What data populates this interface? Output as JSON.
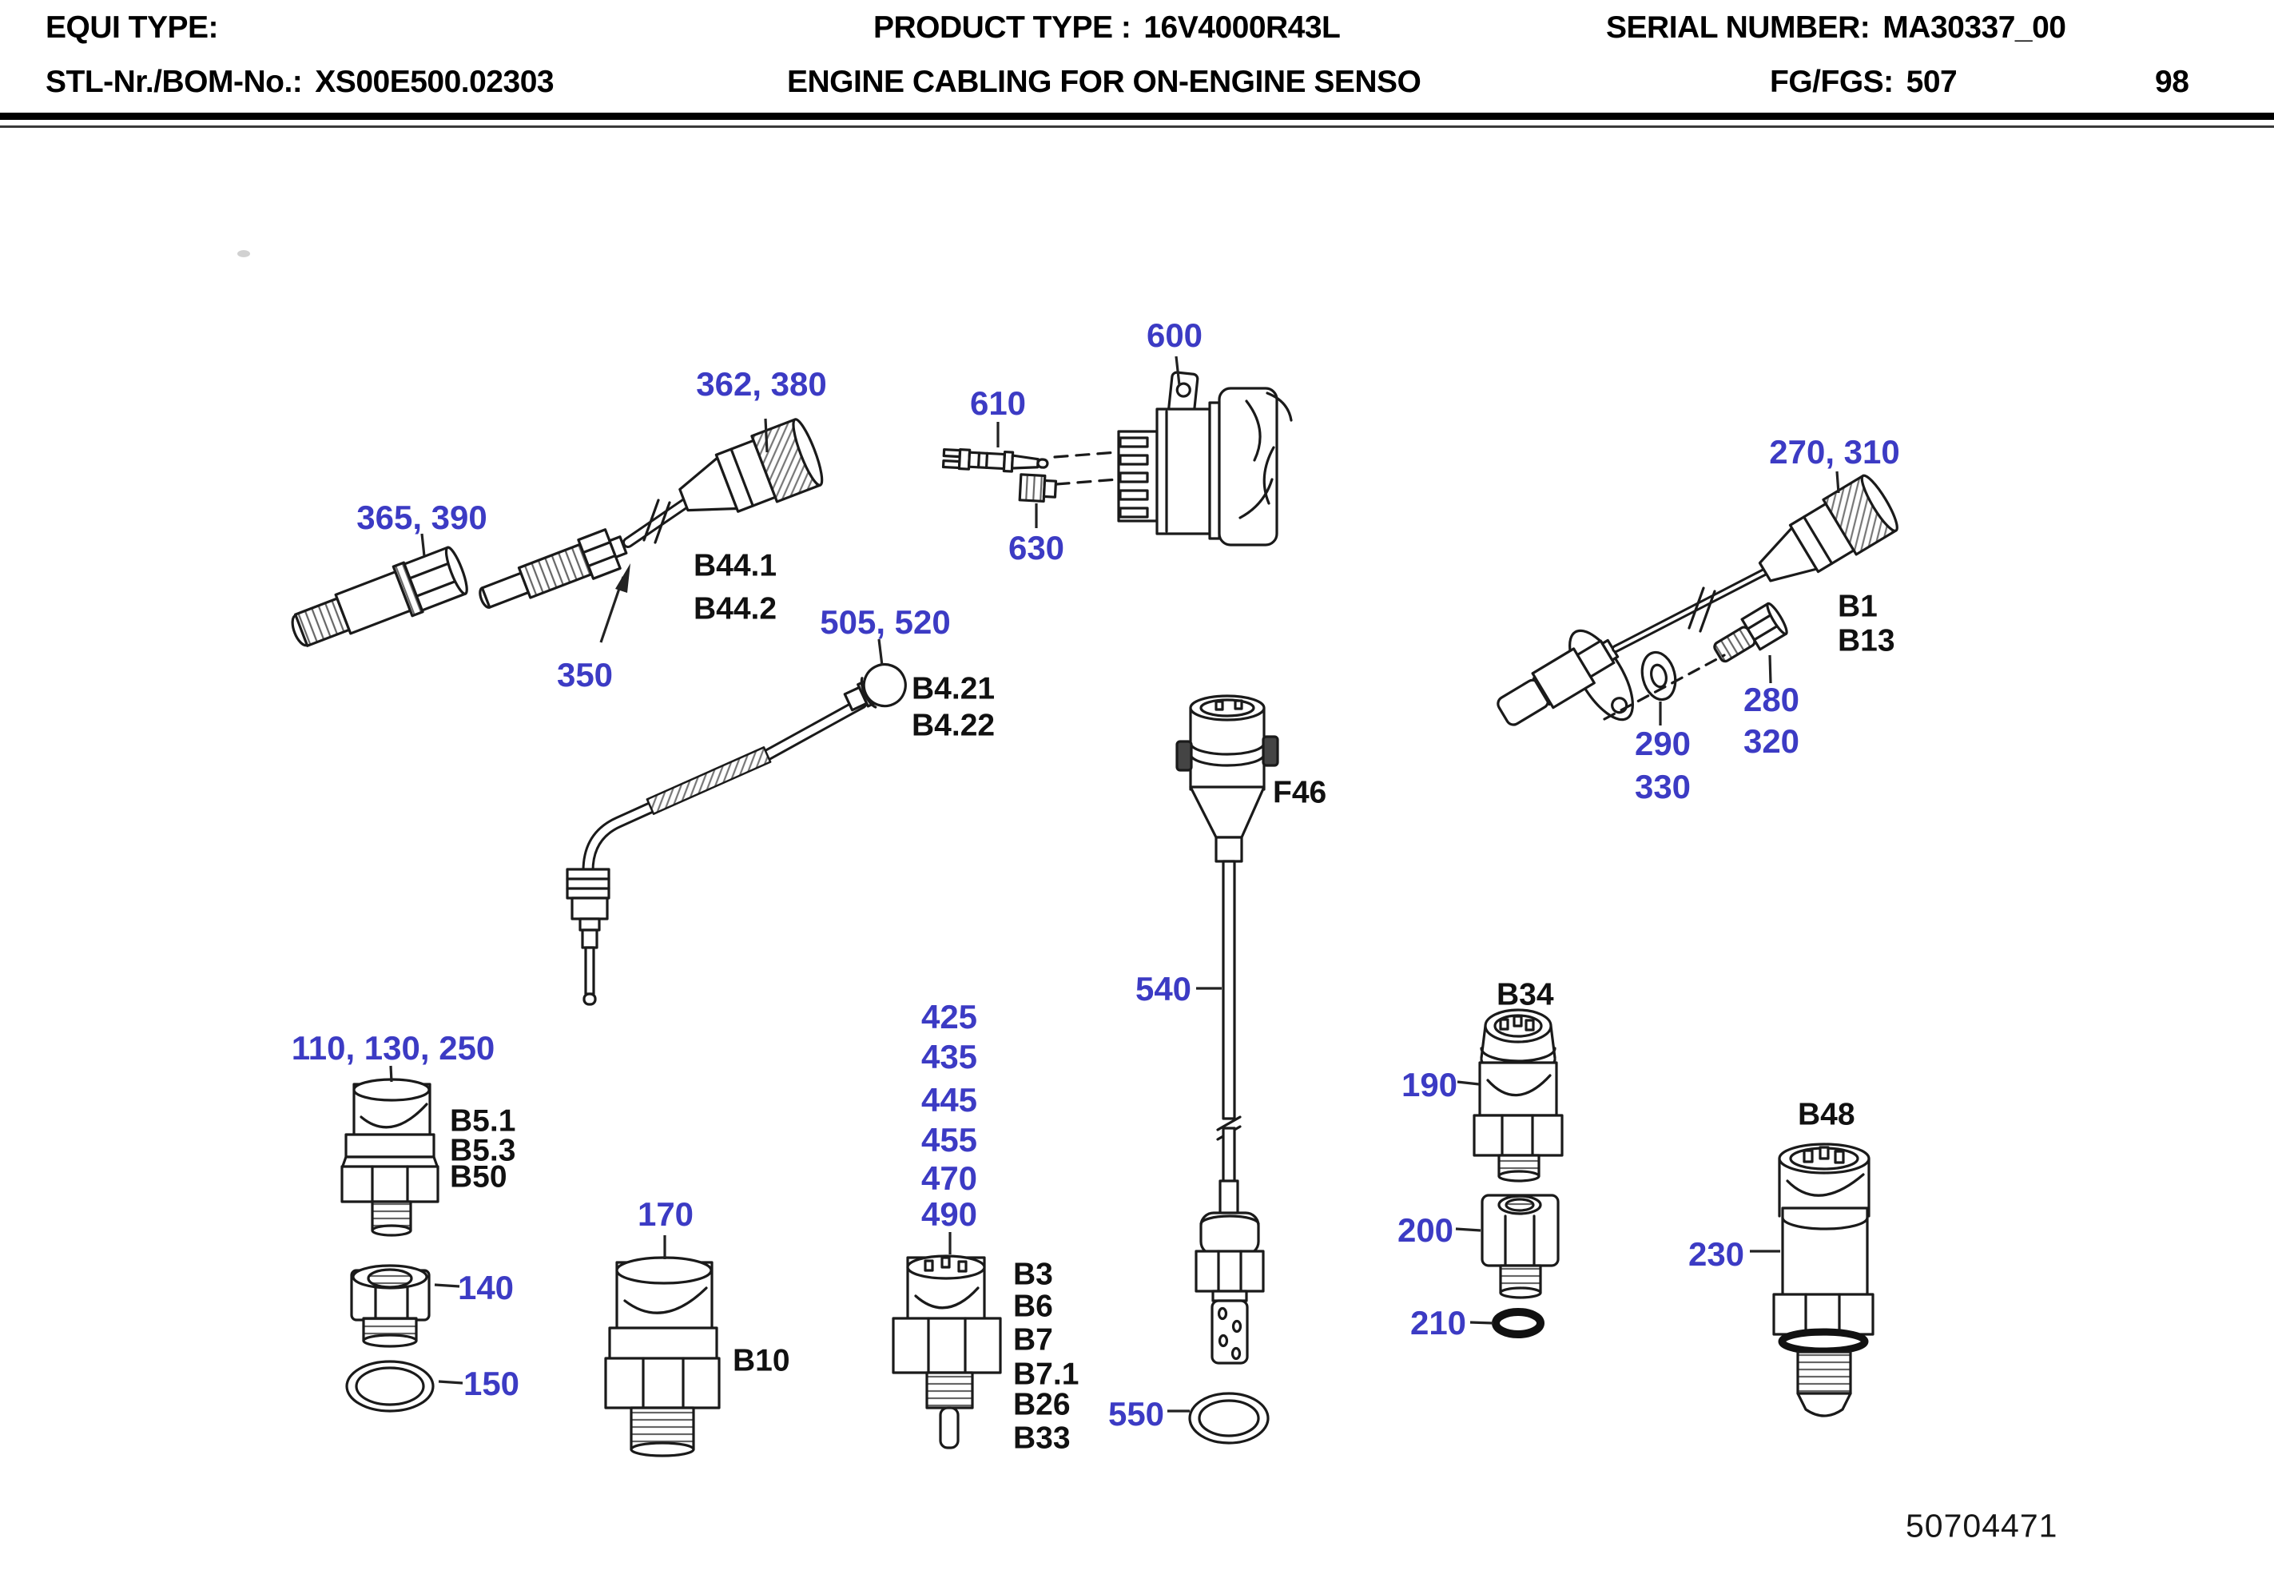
{
  "header": {
    "equi_type_label": "EQUI TYPE:",
    "product_type_label": "PRODUCT TYPE :",
    "product_type_value": "16V4000R43L",
    "serial_number_label": "SERIAL NUMBER:",
    "serial_number_value": "MA30337_00",
    "stl_bom_label": "STL-Nr./BOM-No.:",
    "stl_bom_value": "XS00E500.02303",
    "drawing_title": "ENGINE CABLING FOR ON-ENGINE SENSO",
    "fg_fgs_label": "FG/FGS:",
    "fg_fgs_value": "507",
    "page_number": "98"
  },
  "colors": {
    "callout_blue": "#3c3bc4",
    "part_ref_black": "#111111",
    "line_black": "#1a1a1a"
  },
  "callouts": {
    "c362_380": "362, 380",
    "c365_390": "365, 390",
    "c350": "350",
    "c505_520": "505, 520",
    "c600": "600",
    "c610": "610",
    "c630": "630",
    "c270_310": "270, 310",
    "c280": "280",
    "c320": "320",
    "c290": "290",
    "c330": "330",
    "c540": "540",
    "c550": "550",
    "c110_130_250": "110, 130, 250",
    "c140": "140",
    "c150": "150",
    "c170": "170",
    "c425": "425",
    "c435": "435",
    "c445": "445",
    "c455": "455",
    "c470": "470",
    "c490": "490",
    "c190": "190",
    "c200": "200",
    "c210": "210",
    "c230": "230"
  },
  "part_refs": {
    "b44_1": "B44.1",
    "b44_2": "B44.2",
    "b4_21": "B4.21",
    "b4_22": "B4.22",
    "b1": "B1",
    "b13": "B13",
    "f46": "F46",
    "b34": "B34",
    "b48": "B48",
    "b5_1": "B5.1",
    "b5_3": "B5.3",
    "b50": "B50",
    "b10": "B10",
    "b3": "B3",
    "b6": "B6",
    "b7": "B7",
    "b7_1": "B7.1",
    "b26": "B26",
    "b33": "B33"
  },
  "footer": {
    "drawing_number": "50704471"
  }
}
